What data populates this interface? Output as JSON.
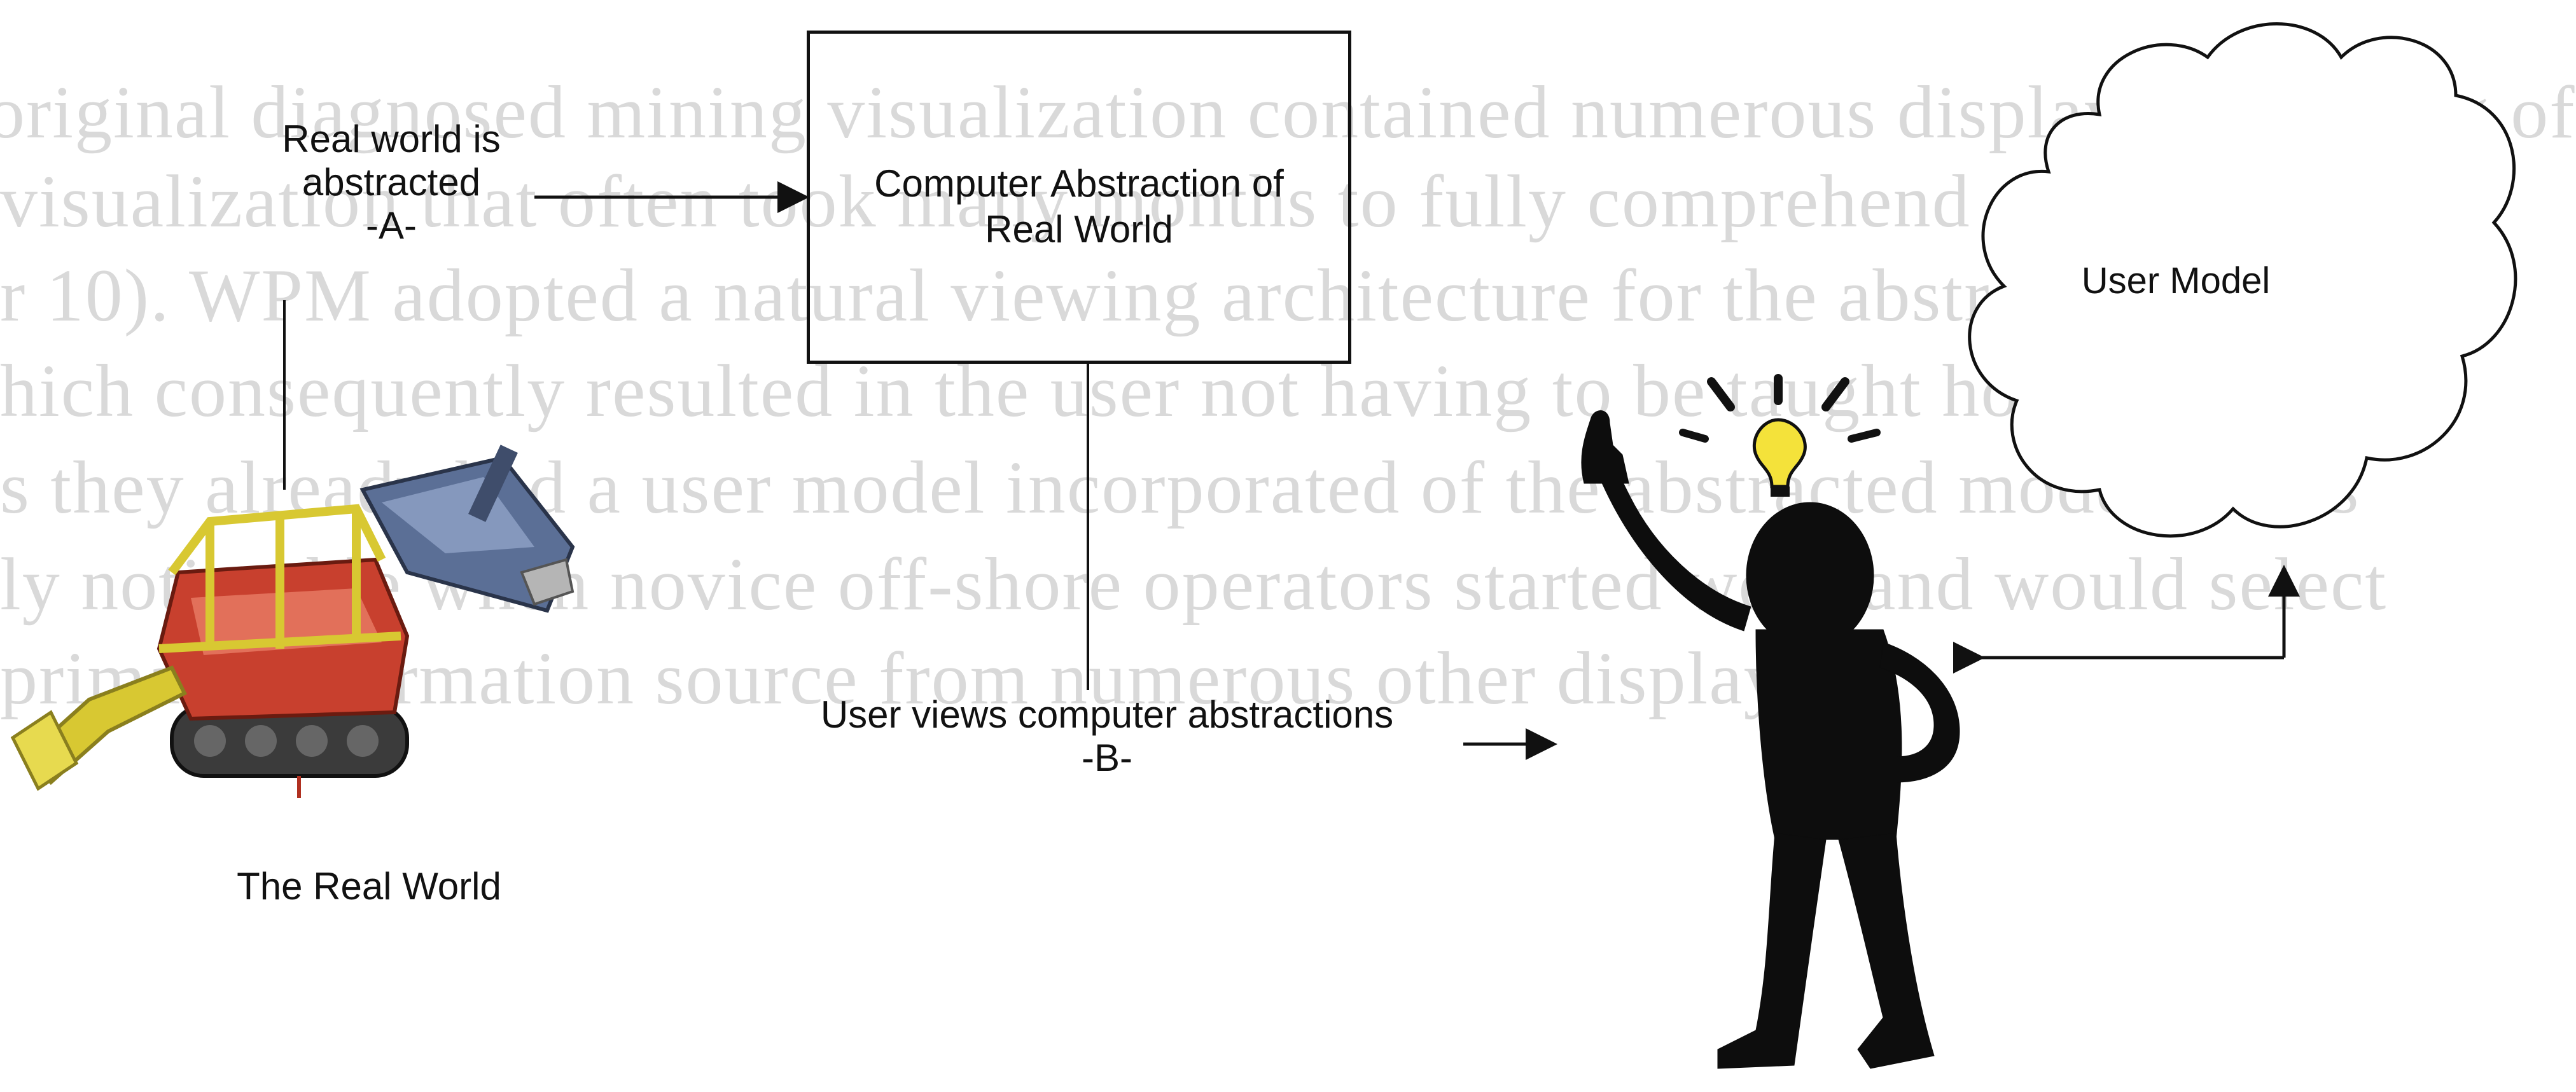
{
  "background_text": [
    "original diagnosed mining visualization contained numerous displays consisting of",
    "visualization that often took many months to fully comprehend and learn",
    "r 10). WPM adopted a natural viewing architecture for the abstraction of the",
    "hich consequently resulted in the user not having to be taught how to interpret",
    "s they already had a user model incorporated of the abstracted models. This",
    "ly noticeable when novice off-shore operators started work and would select",
    "primary information source from numerous other displays.",
    "",
    ""
  ],
  "diagram": {
    "label_a": [
      "Real world is",
      "abstracted",
      "-A-"
    ],
    "box_label": [
      "Computer Abstraction of",
      "Real World"
    ],
    "label_b": [
      "User views computer abstractions",
      "-B-"
    ],
    "real_world_label": "The Real World",
    "user_model_label": "User Model"
  },
  "colors": {
    "line": "#111111",
    "bulb": "#f4e23a",
    "figure": "#0d0d0d",
    "machine_red": "#c8402e",
    "machine_yellow": "#d8c832",
    "machine_blue": "#5b6f96",
    "background_text": "#d9d9d9"
  }
}
